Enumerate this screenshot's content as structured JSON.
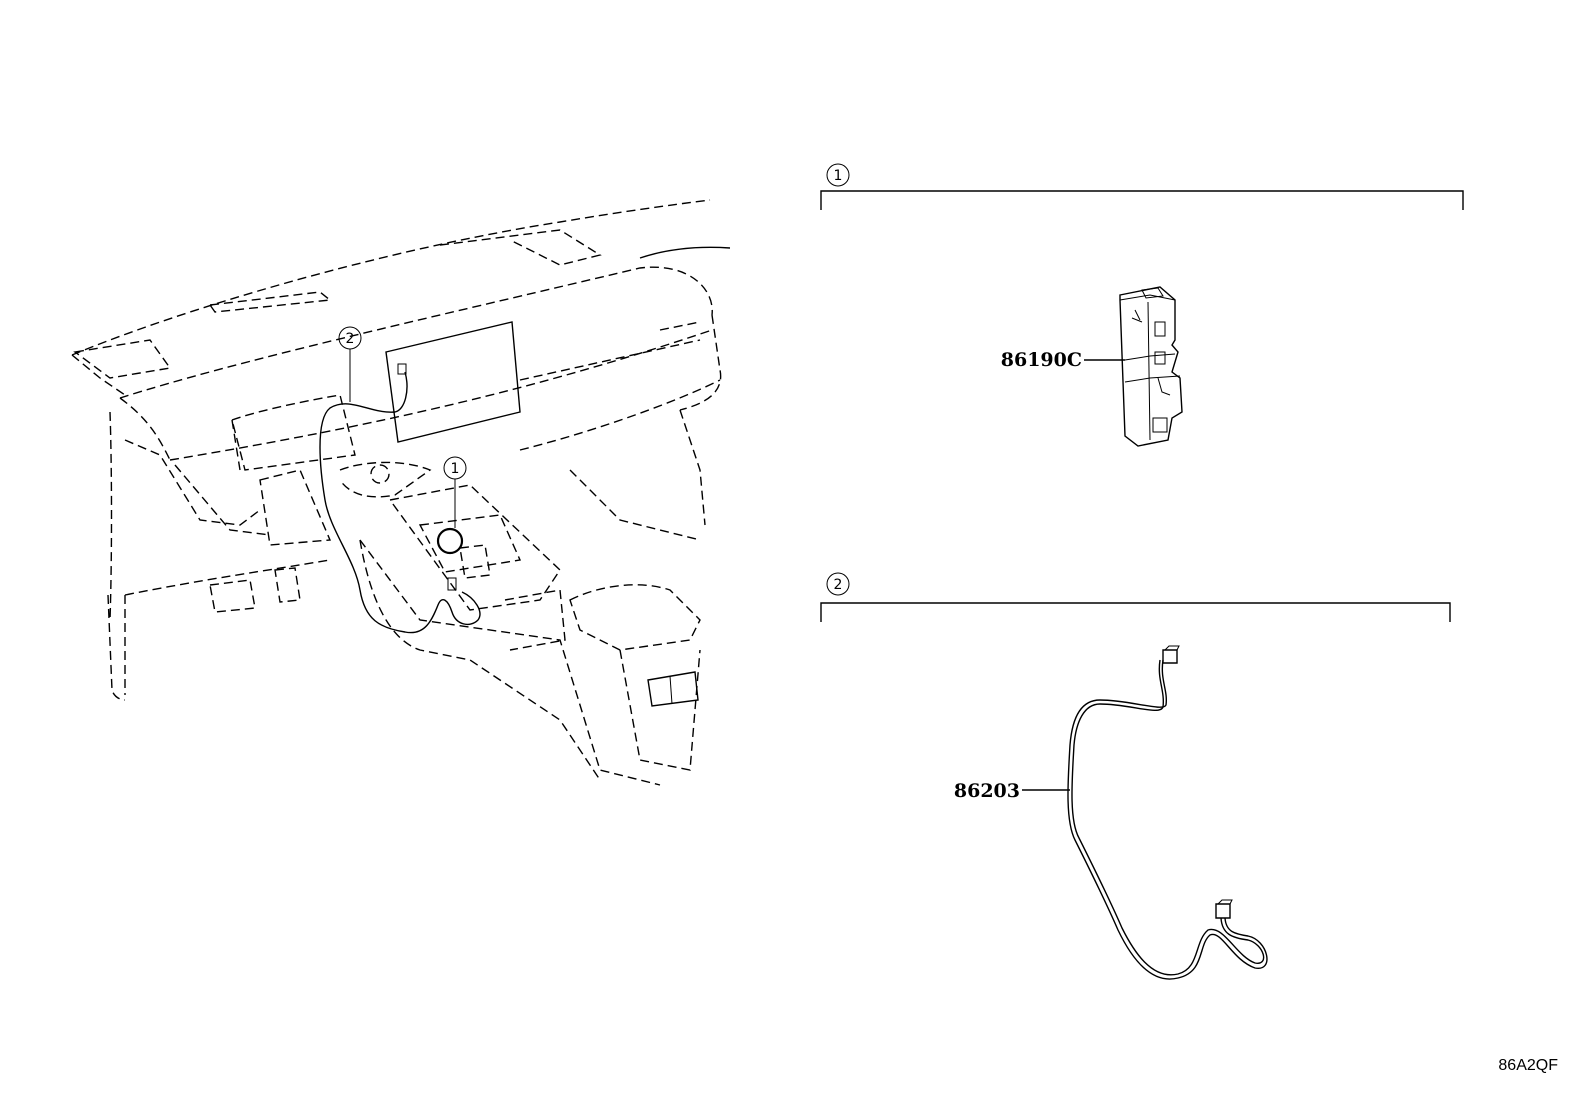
{
  "callouts": {
    "one": "1",
    "two": "2"
  },
  "parts": {
    "module": {
      "number": "86190C"
    },
    "harness": {
      "number": "86203"
    }
  },
  "diagram_code": "86A2QF",
  "icons": [
    "dashboard-illustration",
    "usb-module-icon",
    "wire-harness-icon",
    "connector-icon"
  ]
}
